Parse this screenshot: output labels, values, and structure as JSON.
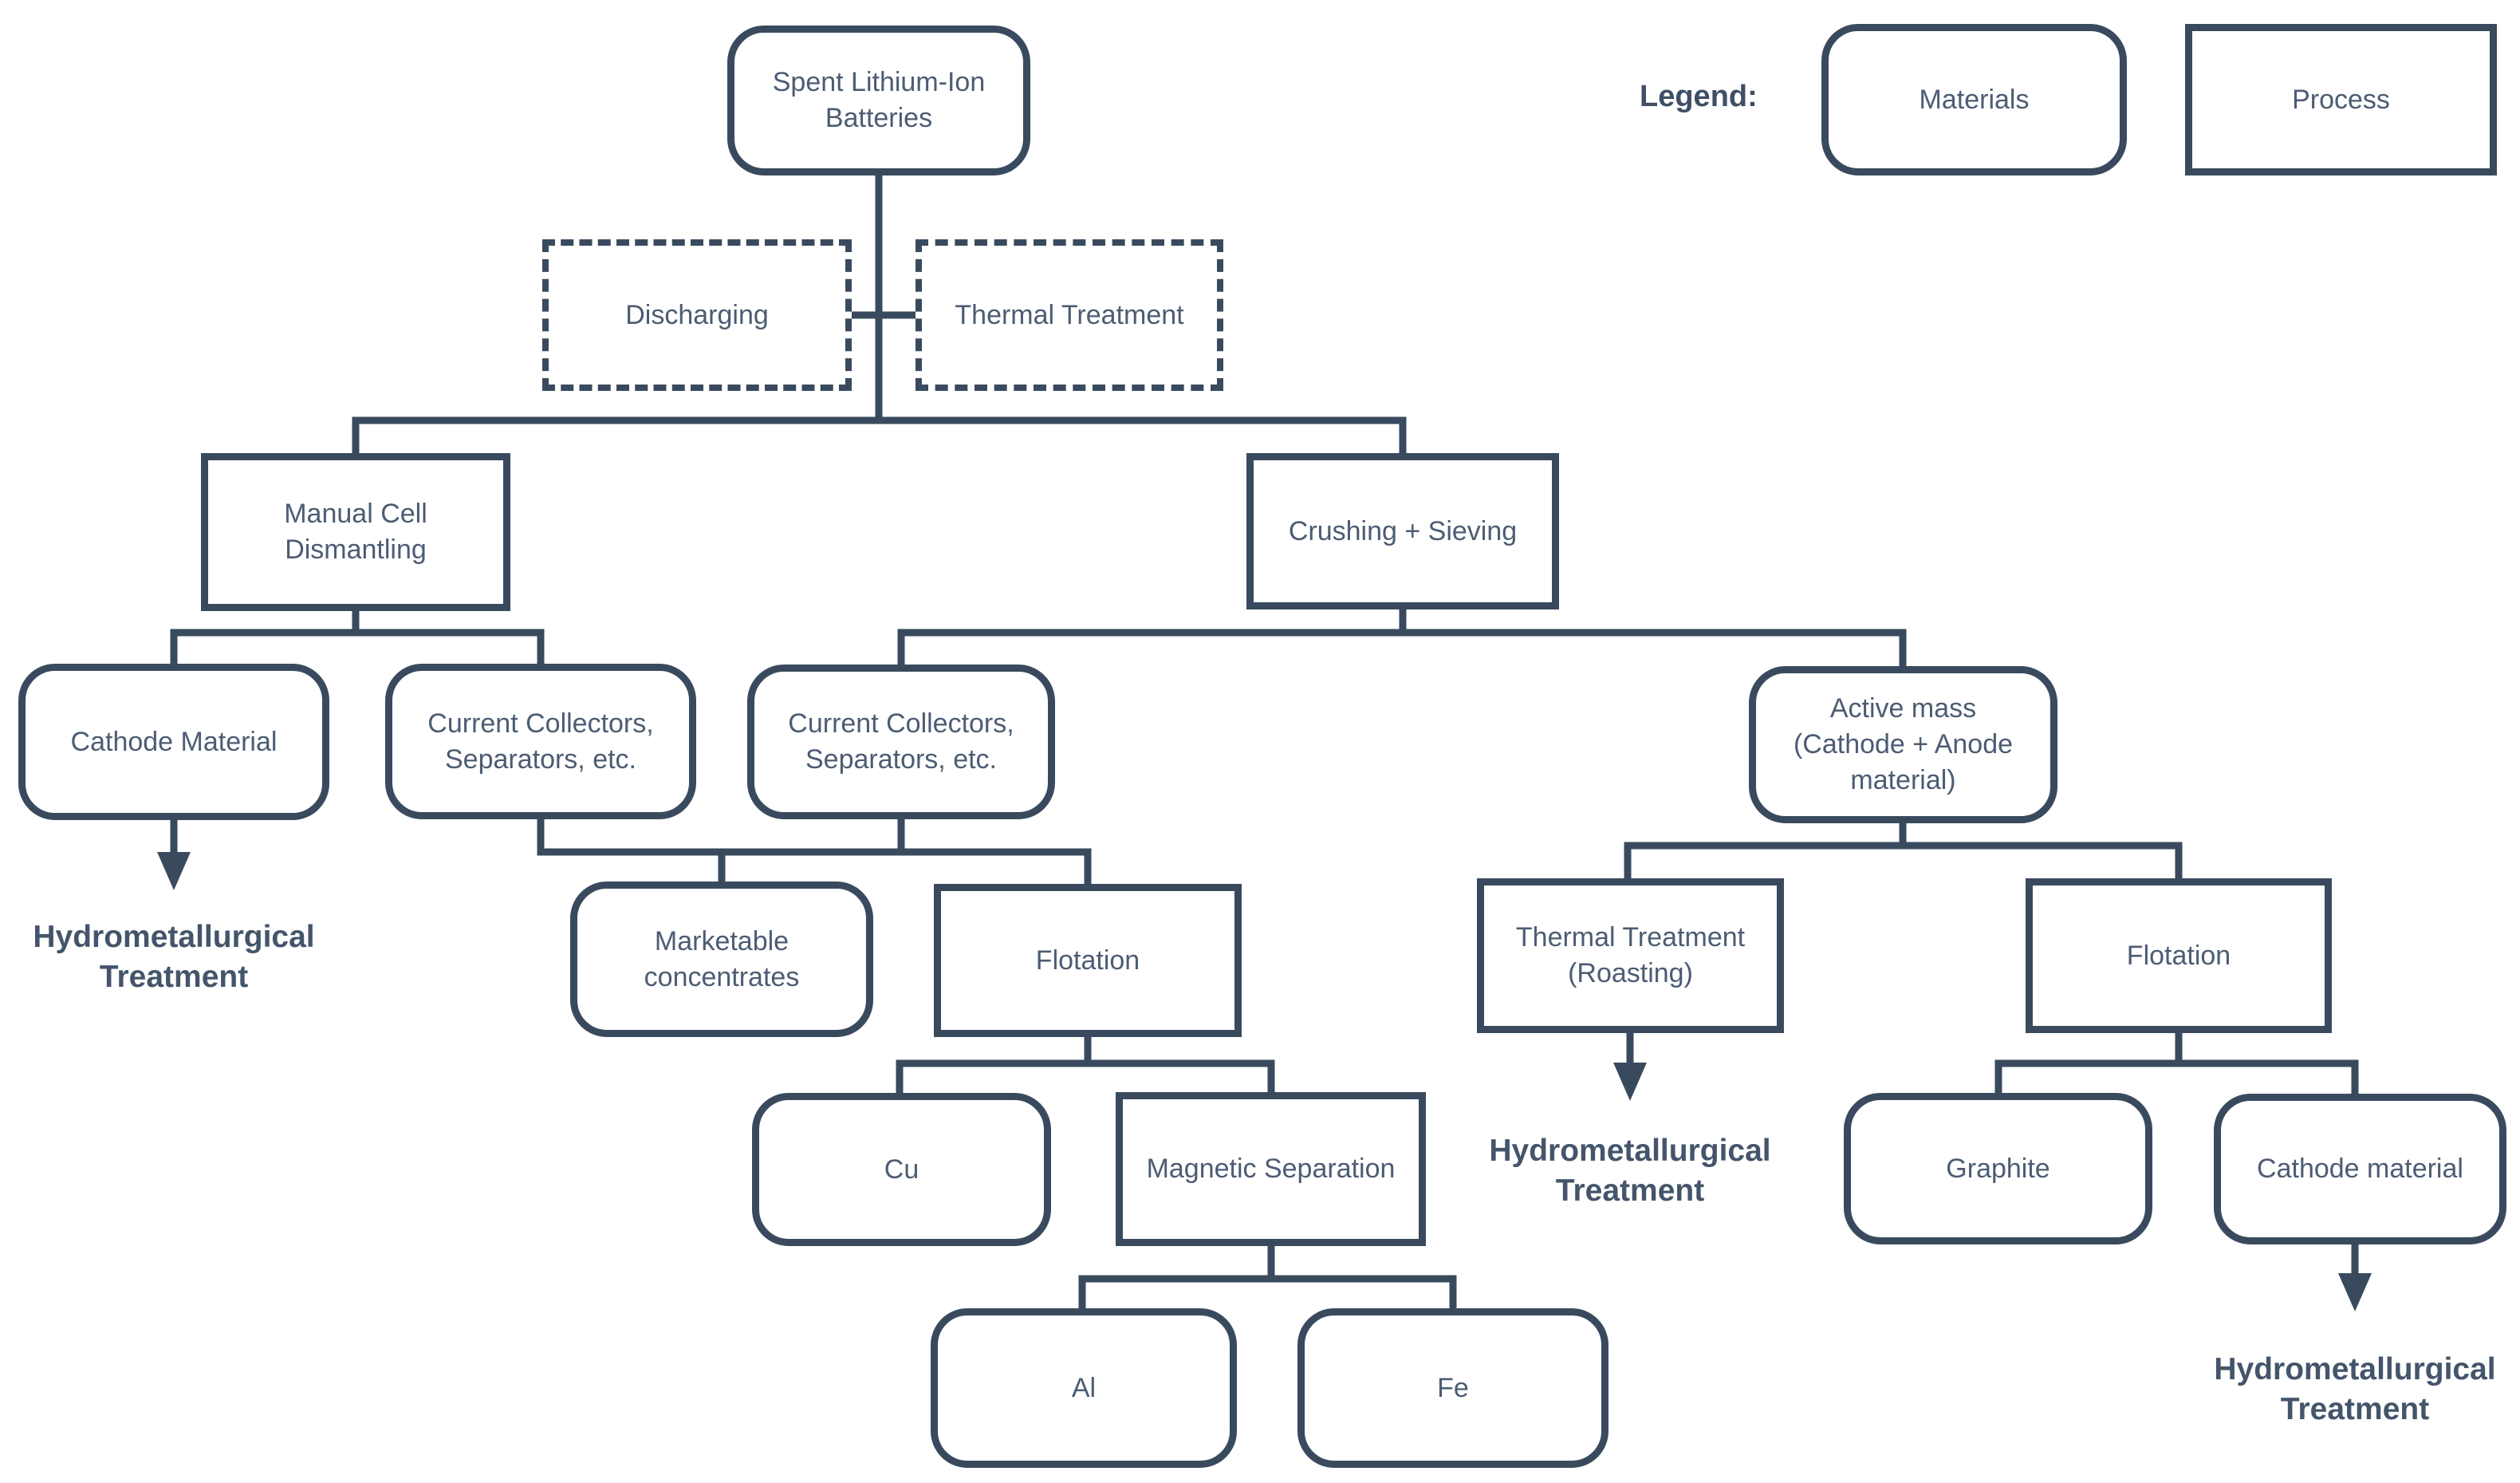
{
  "palette": {
    "ink": "#3a4a5e",
    "node_text": "#4c5c73",
    "background": "#ffffff"
  },
  "legend": {
    "label": "Legend:",
    "materials": "Materials",
    "process": "Process"
  },
  "nodes": {
    "spent": {
      "label": "Spent Lithium-Ion\nBatteries",
      "shape": "rounded-materials"
    },
    "discharging": {
      "label": "Discharging",
      "shape": "dashed-process"
    },
    "thermal_top": {
      "label": "Thermal Treatment",
      "shape": "dashed-process"
    },
    "manual": {
      "label": "Manual Cell\nDismantling",
      "shape": "square-process"
    },
    "crushing": {
      "label": "Crushing + Sieving",
      "shape": "square-process"
    },
    "cathode1": {
      "label": "Cathode Material",
      "shape": "rounded-materials"
    },
    "cc1": {
      "label": "Current Collectors,\nSeparators, etc.",
      "shape": "rounded-materials"
    },
    "cc2": {
      "label": "Current Collectors,\nSeparators, etc.",
      "shape": "rounded-materials"
    },
    "active_mass": {
      "label": "Active mass\n(Cathode + Anode\nmaterial)",
      "shape": "rounded-materials"
    },
    "marketable": {
      "label": "Marketable\nconcentrates",
      "shape": "rounded-materials"
    },
    "flotation_left": {
      "label": "Flotation",
      "shape": "square-process"
    },
    "thermal_roasting": {
      "label": "Thermal Treatment\n(Roasting)",
      "shape": "square-process"
    },
    "flotation_right": {
      "label": "Flotation",
      "shape": "square-process"
    },
    "cu": {
      "label": "Cu",
      "shape": "rounded-materials"
    },
    "magnetic": {
      "label": "Magnetic Separation",
      "shape": "square-process"
    },
    "graphite": {
      "label": "Graphite",
      "shape": "rounded-materials"
    },
    "cathode2": {
      "label": "Cathode material",
      "shape": "rounded-materials"
    },
    "al": {
      "label": "Al",
      "shape": "rounded-materials"
    },
    "fe": {
      "label": "Fe",
      "shape": "rounded-materials"
    }
  },
  "outcomes": {
    "hydro_left": "Hydrometallurgical\nTreatment",
    "hydro_mid": "Hydrometallurgical\nTreatment",
    "hydro_right": "Hydrometallurgical\nTreatment"
  }
}
